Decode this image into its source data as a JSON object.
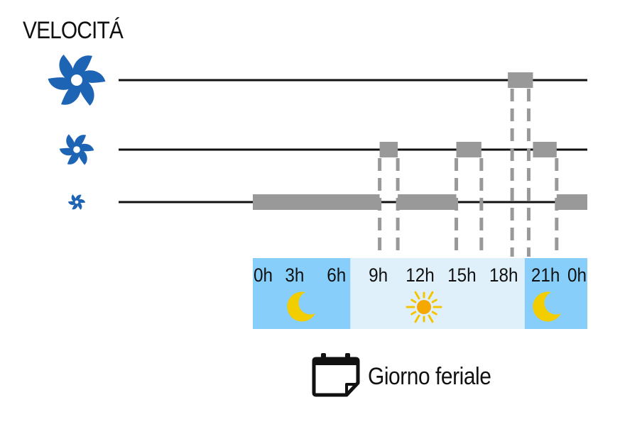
{
  "title": "VELOCITÁ",
  "caption": "Giorno feriale",
  "icons": {
    "speed_high": "fan-icon",
    "speed_medium": "fan-icon",
    "speed_low": "fan-icon",
    "night_start": "moon-icon",
    "day": "sun-icon",
    "night_end": "moon-icon",
    "calendar": "calendar-icon"
  },
  "colors": {
    "fan": "#1e64b4",
    "bar": "#999999",
    "night_band": "#87cefa",
    "day_band": "#e0f0fb",
    "moon": "#f2cd00",
    "sun": "#f5a800"
  },
  "time_axis": {
    "ticks": [
      {
        "hour": 0,
        "label": "0h"
      },
      {
        "hour": 3,
        "label": "3h"
      },
      {
        "hour": 6,
        "label": "6h"
      },
      {
        "hour": 9,
        "label": "9h"
      },
      {
        "hour": 12,
        "label": "12h"
      },
      {
        "hour": 15,
        "label": "15h"
      },
      {
        "hour": 18,
        "label": "18h"
      },
      {
        "hour": 21,
        "label": "21h"
      },
      {
        "hour": 24,
        "label": "0h"
      }
    ],
    "night_periods": [
      [
        0,
        7
      ],
      [
        19.5,
        24
      ]
    ],
    "day_period": [
      7,
      19.5
    ]
  },
  "schedule": {
    "high": [
      [
        18.3,
        20.1
      ]
    ],
    "medium": [
      [
        9.1,
        10.4
      ],
      [
        14.6,
        16.4
      ],
      [
        20.1,
        21.8
      ]
    ],
    "low": [
      [
        0,
        9.1
      ],
      [
        10.4,
        14.6
      ],
      [
        21.8,
        24
      ]
    ]
  }
}
